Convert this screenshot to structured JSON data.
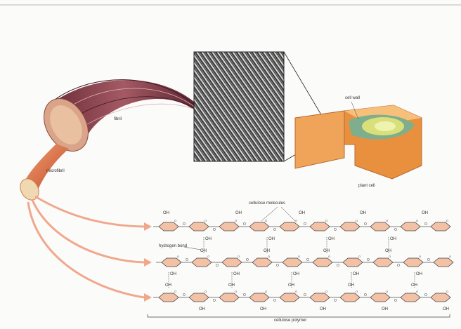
{
  "labels": {
    "fibril": "fibril",
    "microfibril": "microfibril",
    "cell_wall": "cell wall",
    "plant_cell": "plant cell",
    "cellulose_molecules": "cellulose molecules",
    "hydrogen_bond": "hydrogen bond",
    "cellulose_polymer": "cellulose polymer",
    "oh": "OH",
    "o": "O"
  },
  "colors": {
    "fibril_dark": "#5a2430",
    "fibril_mid": "#9b4e5a",
    "fibril_light": "#c98a8a",
    "microfibril": "#e07a4f",
    "cell_wall_orange": "#f0a45a",
    "cell_wall_green": "#7fae8c",
    "cell_yellow": "#d9e07a",
    "ring_fill": "#f3c1a6",
    "arrow": "#f0a88d"
  }
}
